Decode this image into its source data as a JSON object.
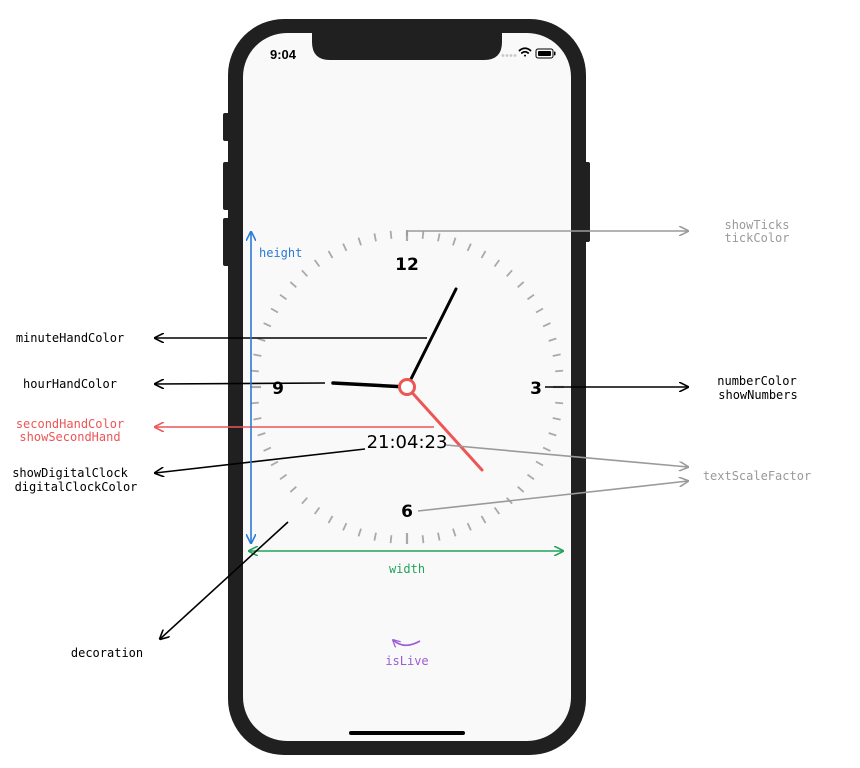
{
  "phone": {
    "status_time": "9:04"
  },
  "clock": {
    "numbers": [
      "12",
      "3",
      "6",
      "9"
    ],
    "digital_time": "21:04:23",
    "hour_hand_color": "#000000",
    "minute_hand_color": "#000000",
    "second_hand_color": "#ee5555",
    "tick_color": "#a9a9a9",
    "number_color": "#000000"
  },
  "annotations": {
    "show_ticks": "showTicks",
    "tick_color": "tickColor",
    "minute_hand_color": "minuteHandColor",
    "hour_hand_color": "hourHandColor",
    "second_hand_color": "secondHandColor",
    "show_second_hand": "showSecondHand",
    "show_digital_clock": "showDigitalClock",
    "digital_clock_color": "digitalClockColor",
    "number_color": "numberColor",
    "show_numbers": "showNumbers",
    "text_scale_factor": "textScaleFactor",
    "height": "height",
    "width": "width",
    "decoration": "decoration",
    "is_live": "isLive"
  },
  "colors": {
    "phone_body": "#202020",
    "screen": "#f9f9f9",
    "height_arrow": "#2a7ad6",
    "width_arrow": "#23a35a",
    "second_hand_label": "#ee5555",
    "is_live": "#9b5cd6",
    "gray_label": "#9a9a9a"
  }
}
